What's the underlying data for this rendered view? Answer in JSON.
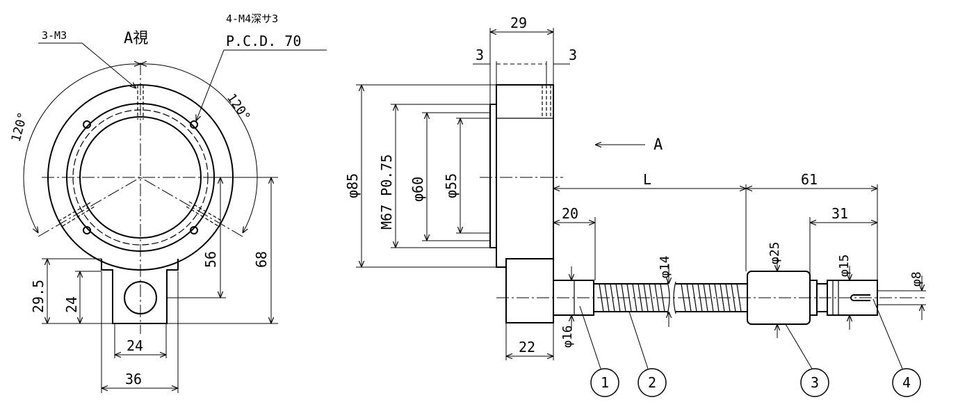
{
  "view_title": "A視",
  "arrow_label": "A",
  "callouts": {
    "m3": "3-M3",
    "m4": "4-M4深サ3",
    "pcd": "P.C.D. 70"
  },
  "left_view": {
    "angle_left": "120°",
    "angle_right": "120°",
    "dim_56": "56",
    "dim_68": "68",
    "dim_29_5": "29.5",
    "dim_24_v": "24",
    "dim_24_h": "24",
    "dim_36": "36"
  },
  "right_view": {
    "dim_29": "29",
    "dim_3_left": "3",
    "dim_3_right": "3",
    "dim_85": "φ85",
    "dim_m67": "M67 P0.75",
    "dim_60": "φ60",
    "dim_55": "φ55",
    "dim_L": "L",
    "dim_61": "61",
    "dim_20": "20",
    "dim_31": "31",
    "dim_14": "φ14",
    "dim_25": "φ25",
    "dim_15": "φ15",
    "dim_8": "φ8",
    "dim_16": "φ16",
    "dim_22": "22"
  },
  "balloons": [
    "1",
    "2",
    "3",
    "4"
  ]
}
